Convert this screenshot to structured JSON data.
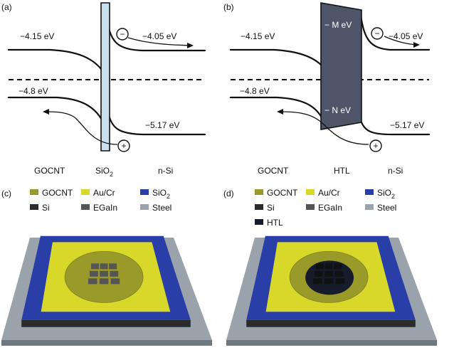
{
  "panels": {
    "a": {
      "label": "(a)",
      "e_left_top": "−4.15 eV",
      "e_right_top": "−4.05 eV",
      "e_left_bottom": "−4.8 eV",
      "e_right_bottom": "−5.17 eV",
      "electron": "−",
      "hole": "+",
      "region_left": "GOCNT",
      "region_mid": "SiO",
      "region_mid_sub": "2",
      "region_right": "n-Si",
      "barrier_color": "#c9e0ef"
    },
    "b": {
      "label": "(b)",
      "e_left_top": "−4.15 eV",
      "e_right_top": "−4.05 eV",
      "e_left_bottom": "−4.8 eV",
      "e_right_bottom": "−5.17 eV",
      "m_label": "− M eV",
      "n_label": "− N eV",
      "electron": "−",
      "hole": "+",
      "region_left": "GOCNT",
      "region_mid": "HTL",
      "region_right": "n-Si",
      "barrier_color": "#4d5566"
    },
    "c": {
      "label": "(c)",
      "legend": [
        {
          "name": "GOCNT",
          "color": "#9a9a2a"
        },
        {
          "name": "Au/Cr",
          "color": "#d7d82a"
        },
        {
          "name": "SiO",
          "sub": "2",
          "color": "#2a3ea8"
        },
        {
          "name": "Si",
          "color": "#2b2b2b"
        },
        {
          "name": "EGaIn",
          "color": "#555555"
        },
        {
          "name": "Steel",
          "color": "#9aa3ab"
        }
      ]
    },
    "d": {
      "label": "(d)",
      "legend": [
        {
          "name": "GOCNT",
          "color": "#9a9a2a"
        },
        {
          "name": "Au/Cr",
          "color": "#d7d82a"
        },
        {
          "name": "SiO",
          "sub": "2",
          "color": "#2a3ea8"
        },
        {
          "name": "Si",
          "color": "#2b2b2b"
        },
        {
          "name": "EGaIn",
          "color": "#555555"
        },
        {
          "name": "Steel",
          "color": "#9aa3ab"
        },
        {
          "name": "HTL",
          "color": "#161c2c"
        }
      ]
    }
  },
  "colors": {
    "steel": "#9aa3ab",
    "steel_side": "#6f7880",
    "si": "#2b2b2b",
    "sio2": "#2a3ea8",
    "aucr": "#d7d82a",
    "gocnt": "#9a9a2a",
    "egain": "#555555",
    "htl": "#161c2c"
  }
}
